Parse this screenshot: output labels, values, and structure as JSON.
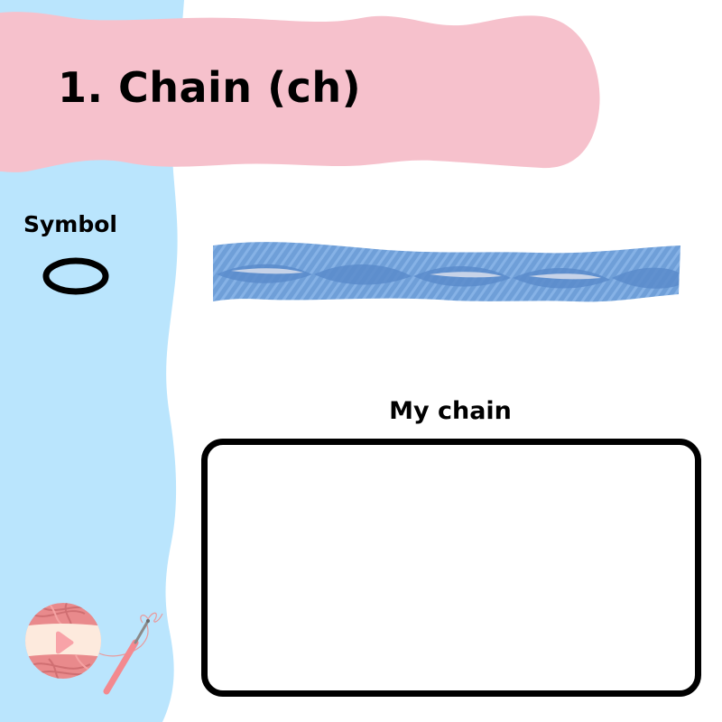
{
  "header": {
    "title": "1. Chain (ch)"
  },
  "sidebar": {
    "symbol_label": "Symbol",
    "symbol_icon": "oval-chain-symbol-icon"
  },
  "main": {
    "photo_description": "crocheted chain stitch in blue yarn",
    "practice_label": "My chain"
  },
  "logo": {
    "icon": "yarn-ball-and-crochet-hook-icon"
  },
  "colors": {
    "sidebar_blue": "#bae5fd",
    "banner_pink": "#f6c1cc",
    "yarn_blue": "#6f9fd8",
    "yarn_ball_pink": "#e98a8c",
    "band_cream": "#fdeadd",
    "text_black": "#000000"
  }
}
